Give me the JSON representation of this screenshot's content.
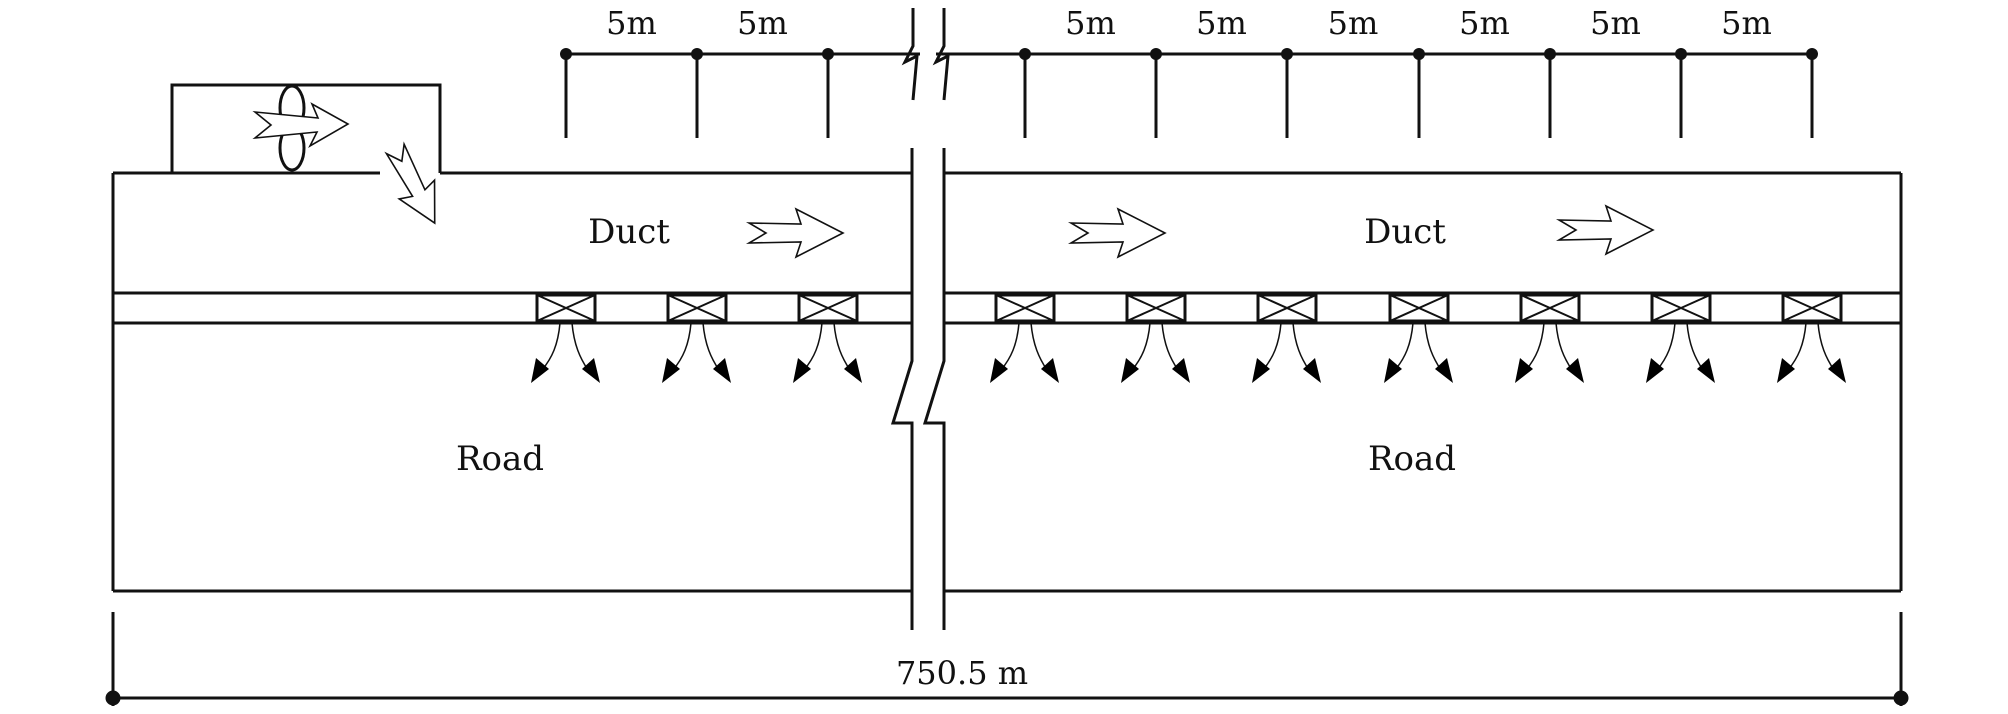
{
  "labels": {
    "duct_left": "Duct",
    "duct_right": "Duct",
    "road_left": "Road",
    "road_right": "Road",
    "total_length": "750.5 m"
  },
  "spacing": {
    "unit_label": "5m",
    "left_count": 2,
    "right_count": 6
  },
  "vents": {
    "left_count": 3,
    "right_count": 7
  },
  "colors": {
    "stroke": "#111111",
    "background": "#ffffff",
    "arrow_fill": "#ffffff",
    "jet_fill": "#000000"
  }
}
